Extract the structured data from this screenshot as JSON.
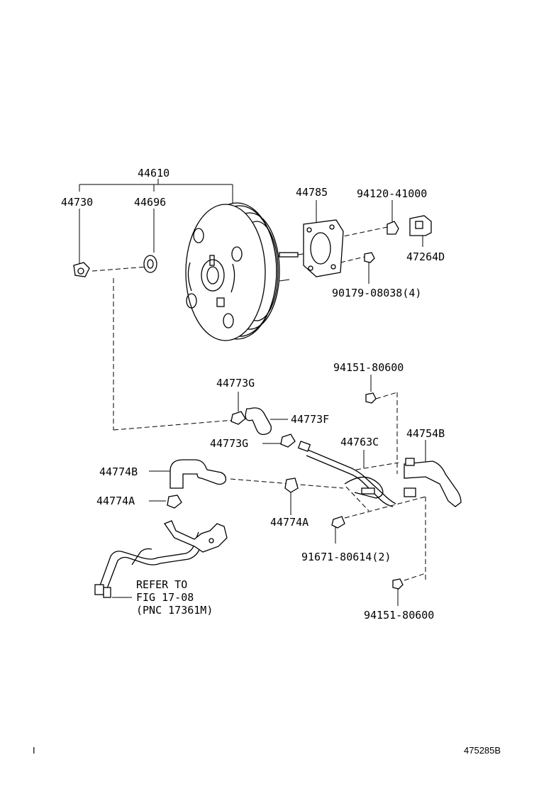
{
  "labels": {
    "p44610": "44610",
    "p44730": "44730",
    "p44696": "44696",
    "p44785": "44785",
    "p94120": "94120-41000",
    "p47264d": "47264D",
    "p90179": "90179-08038(4)",
    "p94151a": "94151-80600",
    "p44773g_a": "44773G",
    "p44773f": "44773F",
    "p44773g_b": "44773G",
    "p44763c": "44763C",
    "p44754b": "44754B",
    "p44774b": "44774B",
    "p44774a_a": "44774A",
    "p44774a_b": "44774A",
    "p91671": "91671-80614(2)",
    "p94151b": "94151-80600"
  },
  "refer": {
    "line1": "REFER TO",
    "line2": "FIG 17-08",
    "line3": "(PNC 17361M)"
  },
  "corner": {
    "left": "I",
    "right": "475285B"
  }
}
